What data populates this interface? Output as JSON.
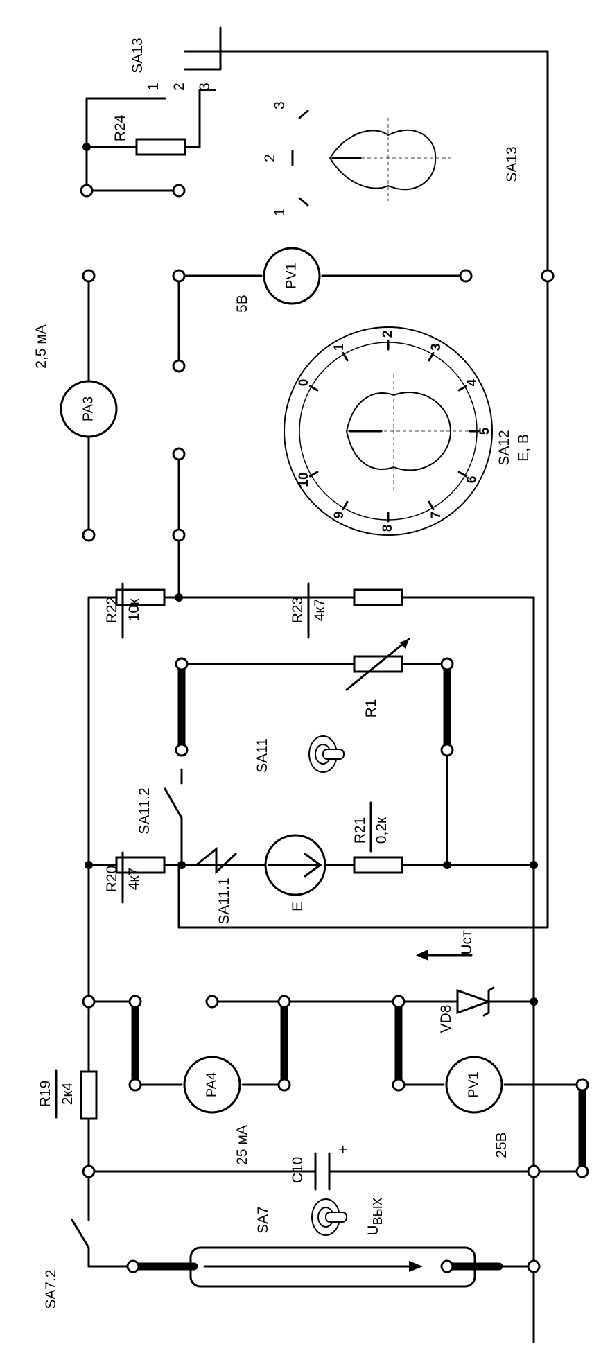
{
  "labels": {
    "sa13": "SA13",
    "sa13_side": "SA13",
    "sa13_pos1": "1",
    "sa13_pos2": "2",
    "sa13_pos3": "3",
    "r24": "R24",
    "pa3": "PA3",
    "pa3_range": "2,5 мА",
    "pv1_top": "PV1",
    "pv1_top_range": "5В",
    "sa12_line1": "SA12",
    "sa12_line2": "E, В",
    "r22": "R22",
    "r22_val": "10к",
    "r23": "R23",
    "r23_val": "4к7",
    "r1": "R1",
    "sa11": "SA11",
    "sa11_2": "SA11.2",
    "sa11_1": "SA11.1",
    "r20": "R20",
    "r20_val": "4к7",
    "r21": "R21",
    "r21_val": "0,2к",
    "e": "E",
    "uct": "Uст",
    "vd8": "VD8",
    "r19": "R19",
    "r19_val": "2к4",
    "pa4": "PA4",
    "pa4_range": "25 мА",
    "c10": "C10",
    "c10_polarity": "+",
    "pv1_bottom": "PV1",
    "pv1_bottom_range": "25В",
    "sa7": "SA7",
    "sa7_2": "SA7.2",
    "uvyx_main": "U",
    "uvyx_sub": "ВЫХ"
  },
  "sa13_knob_scale": [
    "1",
    "2",
    "3"
  ],
  "sa12_dial_scale": [
    "0",
    "1",
    "2",
    "3",
    "4",
    "5",
    "6",
    "7",
    "8",
    "9",
    "10"
  ]
}
